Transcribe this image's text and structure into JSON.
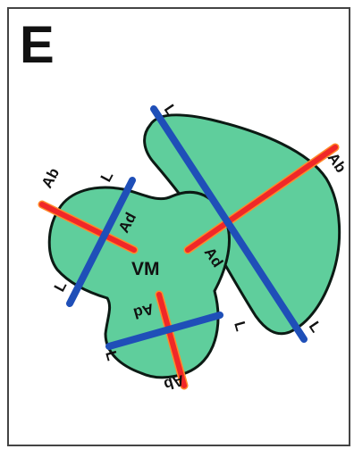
{
  "panel": {
    "label": "E",
    "center_label": "VM"
  },
  "axis_labels": {
    "upper_right": {
      "L": "L",
      "Ab": "Ab",
      "Ad": "Ad",
      "L2": "L"
    },
    "left": {
      "Ab": "Ab",
      "L": "L",
      "Ad": "Ad",
      "L2": "L"
    },
    "bottom": {
      "Ad": "Ad",
      "L": "L",
      "L2": "L",
      "Ab": "Ab"
    }
  },
  "colors": {
    "fill": "#5fce9c",
    "outline": "#0c1a14",
    "blue_axis": "#1f4fb8",
    "red_axis": "#f02828",
    "orange_glow": "#ff8a2a",
    "border": "#444444"
  }
}
